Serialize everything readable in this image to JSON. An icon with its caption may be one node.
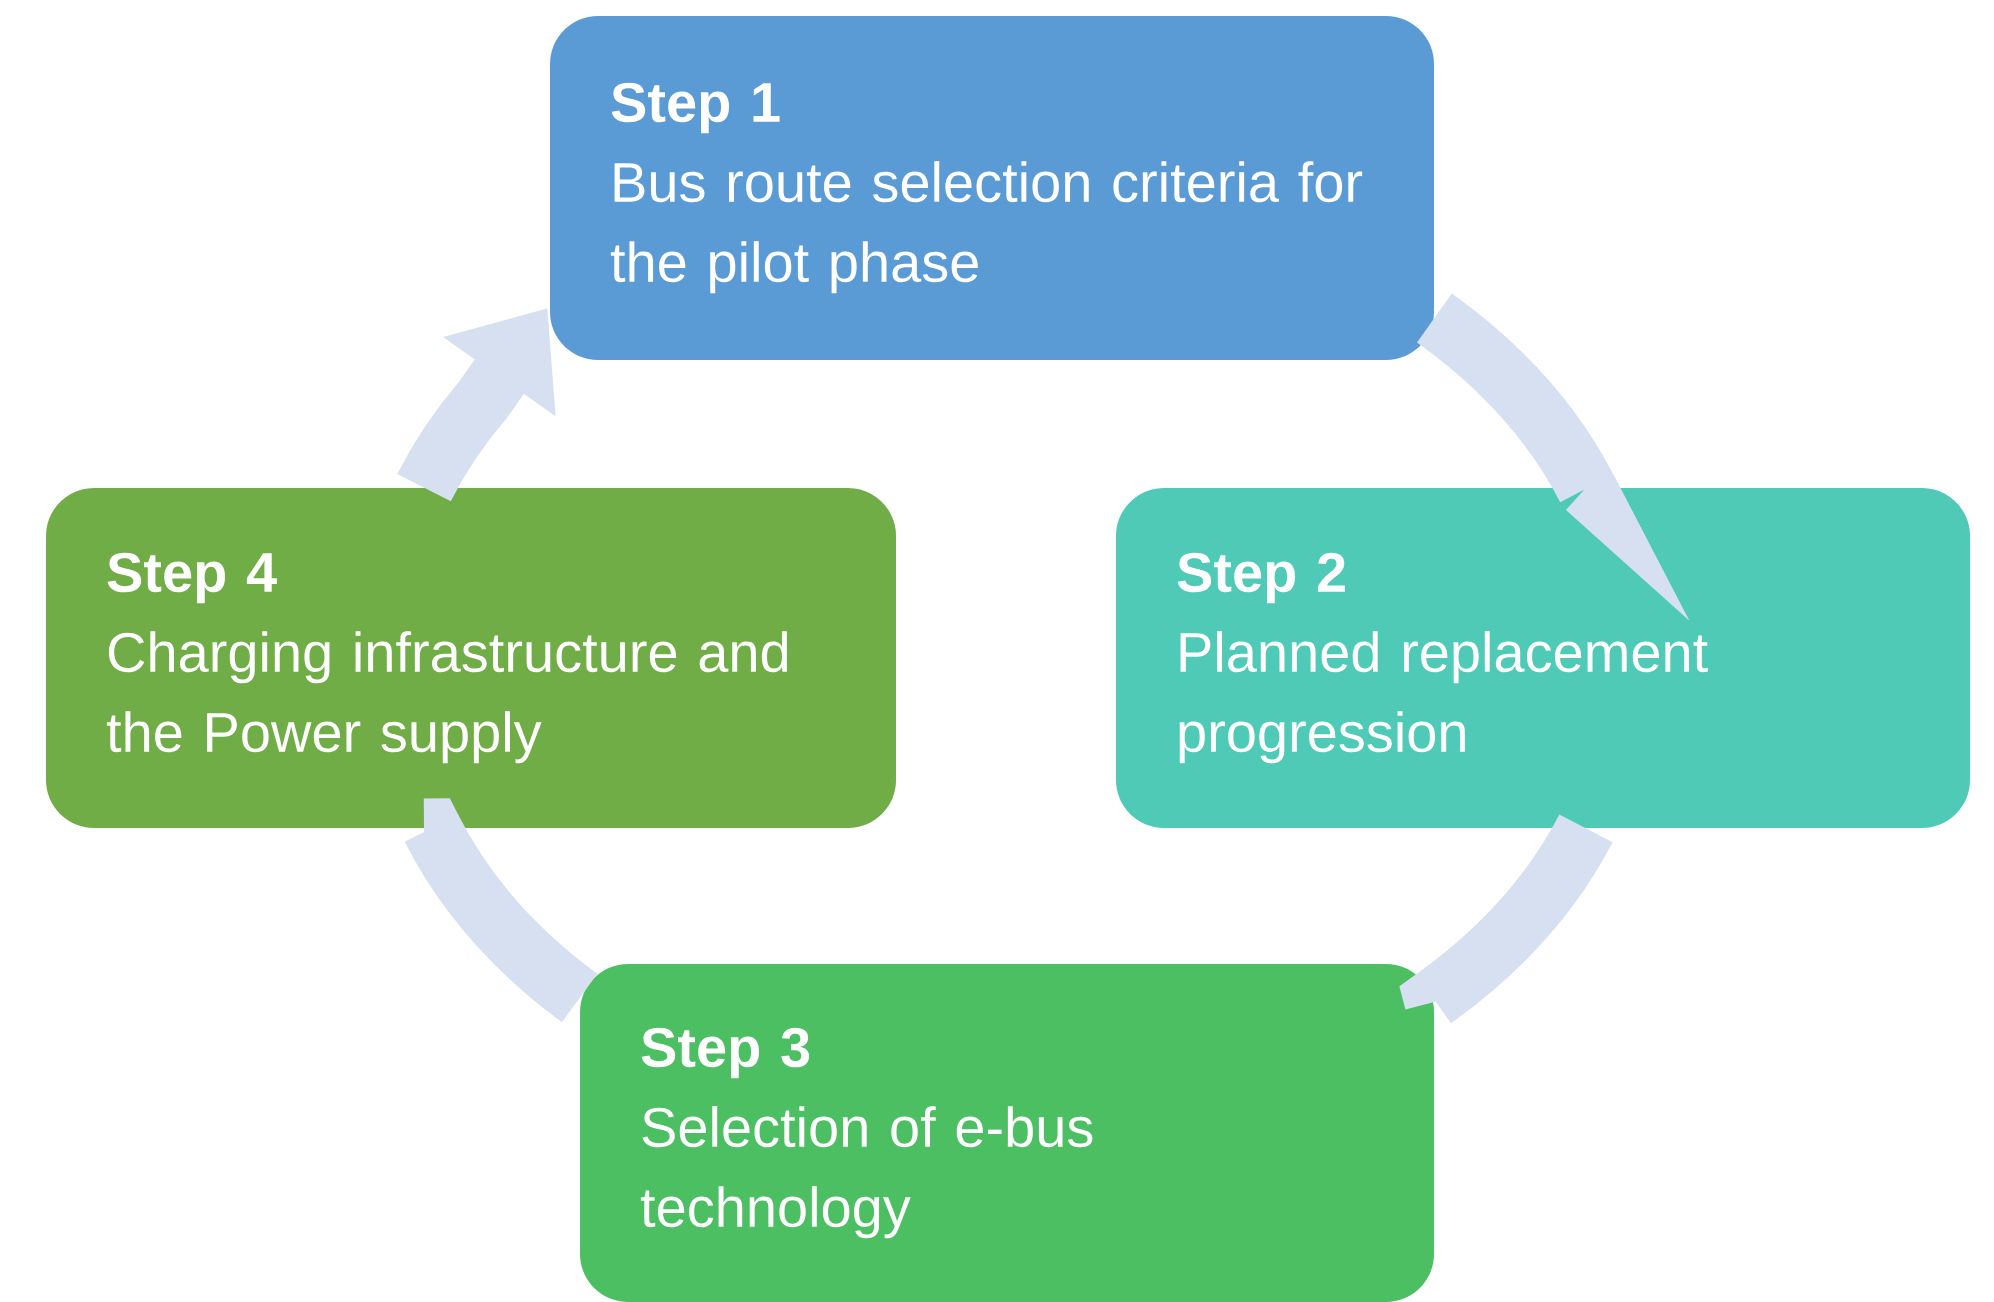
{
  "diagram": {
    "nodes": [
      {
        "text": [
          "Step 1",
          "Bus route selection criteria for the pilot phase"
        ]
      },
      {
        "text": [
          "Step 2",
          "Planned replacement progression"
        ]
      },
      {
        "text": [
          "Step 3",
          "Selection of e-bus technology"
        ]
      },
      {
        "text": [
          "Step 4",
          "Charging infrastructure and the Power supply"
        ]
      }
    ],
    "edges": [
      {
        "from": 0,
        "to": 1,
        "arrow": "none"
      },
      {
        "from": 1,
        "to": 2,
        "arrow": "none"
      },
      {
        "from": 2,
        "to": 3,
        "arrow": "none"
      },
      {
        "from": 3,
        "to": 0,
        "arrow": "to"
      }
    ]
  }
}
